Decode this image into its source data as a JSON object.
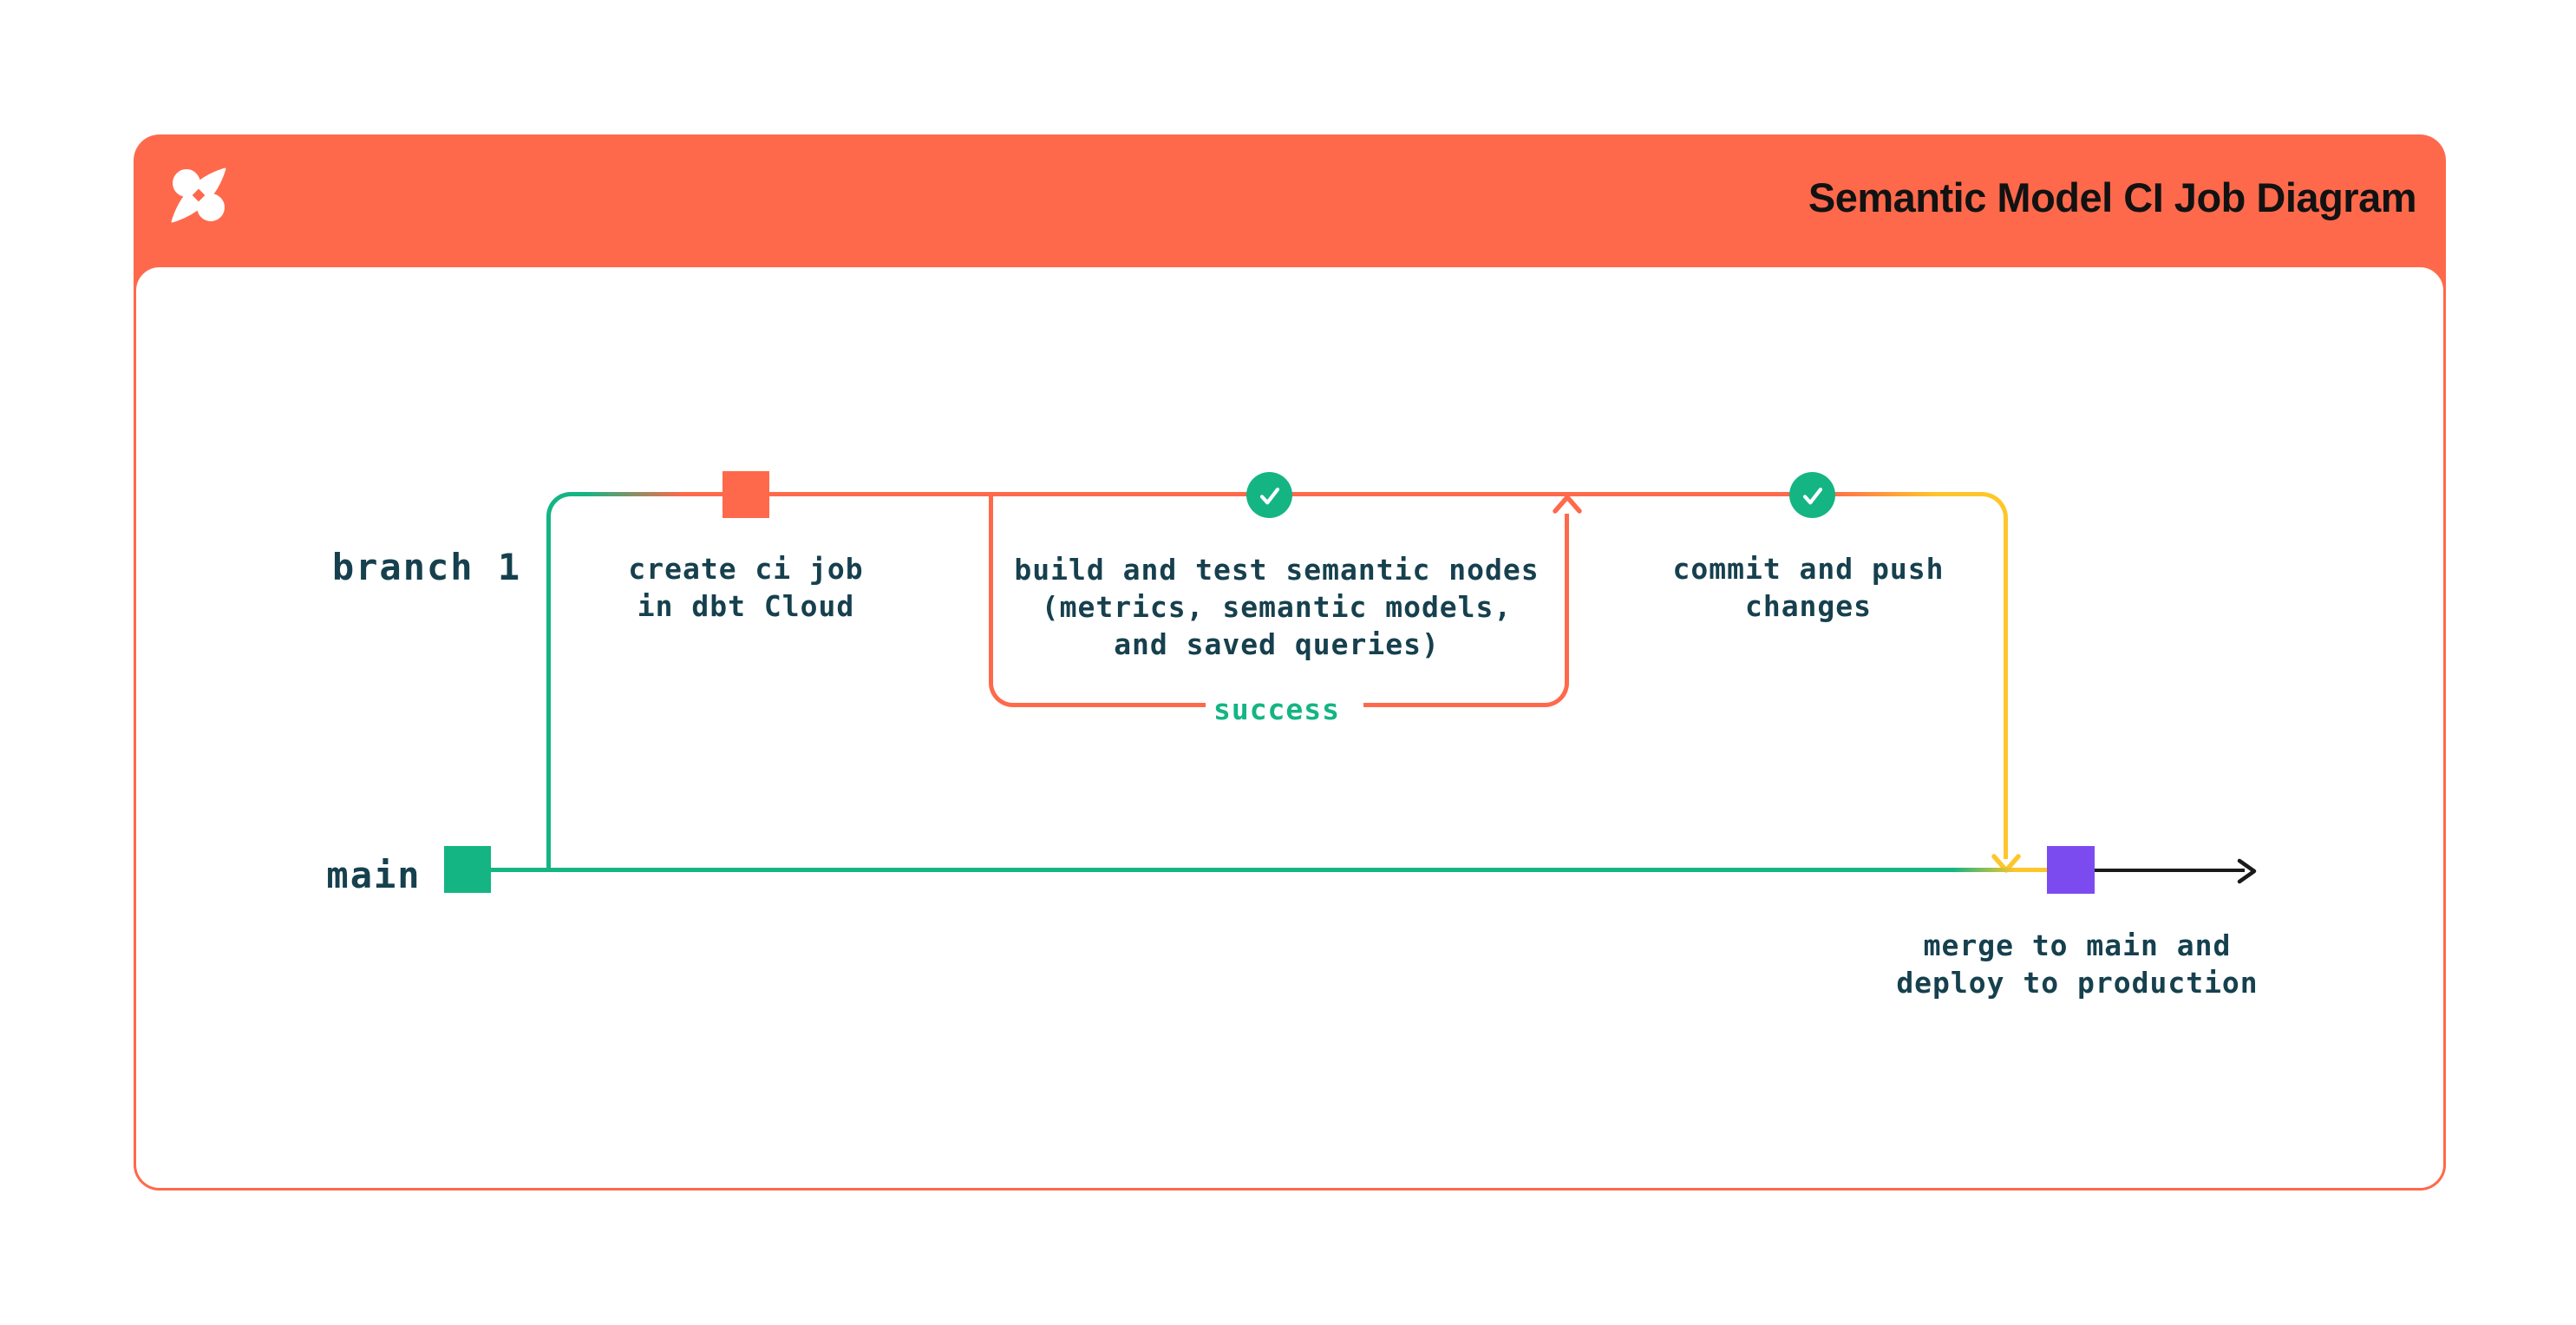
{
  "header": {
    "title": "Semantic Model CI Job Diagram"
  },
  "labels": {
    "branch": "branch 1",
    "main": "main"
  },
  "nodes": {
    "create_ci_job": "create ci job\nin dbt Cloud",
    "build_and_test": "build and test semantic nodes\n(metrics, semantic models,\nand saved queries)",
    "success": "success",
    "commit_and_push": "commit and push\nchanges",
    "merge_and_deploy": "merge to main and\ndeploy to production"
  },
  "icons": {
    "logo": "dbt-logo",
    "check_build": "check-circle-icon",
    "check_commit": "check-circle-icon",
    "loop_arrow": "arrow-up-icon",
    "merge_arrow": "arrow-down-icon",
    "flow_arrow": "arrow-right-icon"
  },
  "markers": {
    "branch_commit": "commit-marker-orange",
    "main_start": "commit-marker-green",
    "merge_commit": "commit-marker-purple"
  },
  "colors": {
    "orange": "#FF694B",
    "green": "#14B583",
    "yellow": "#FFC62B",
    "purple": "#7C4BF0",
    "ink": "#16404E",
    "black": "#1A1A1A",
    "title": "#121212",
    "card_bg": "#FFFFFF",
    "page_bg": "#FFFFFF",
    "logo_fg": "#FFFFFF"
  }
}
